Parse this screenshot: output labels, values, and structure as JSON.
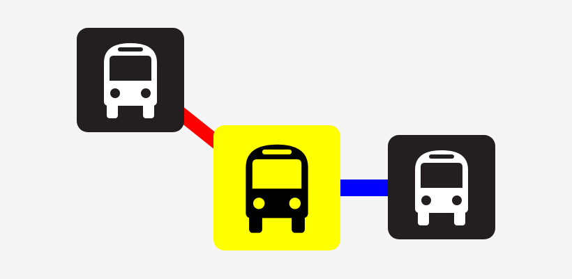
{
  "colors": {
    "background": "#f5f5f5",
    "tile_dark": "#231f20",
    "tile_highlight": "#ffff00",
    "bus_on_dark": "#ffffff",
    "bus_on_highlight": "#000000",
    "connector_red": "#ff0000",
    "connector_blue": "#0000ff"
  },
  "nodes": [
    {
      "id": "a",
      "icon": "bus-icon",
      "style": "dark"
    },
    {
      "id": "b",
      "icon": "bus-icon",
      "style": "highlight"
    },
    {
      "id": "c",
      "icon": "bus-icon",
      "style": "dark"
    }
  ],
  "edges": [
    {
      "from": "a",
      "to": "b",
      "color": "red"
    },
    {
      "from": "b",
      "to": "c",
      "color": "blue"
    }
  ]
}
